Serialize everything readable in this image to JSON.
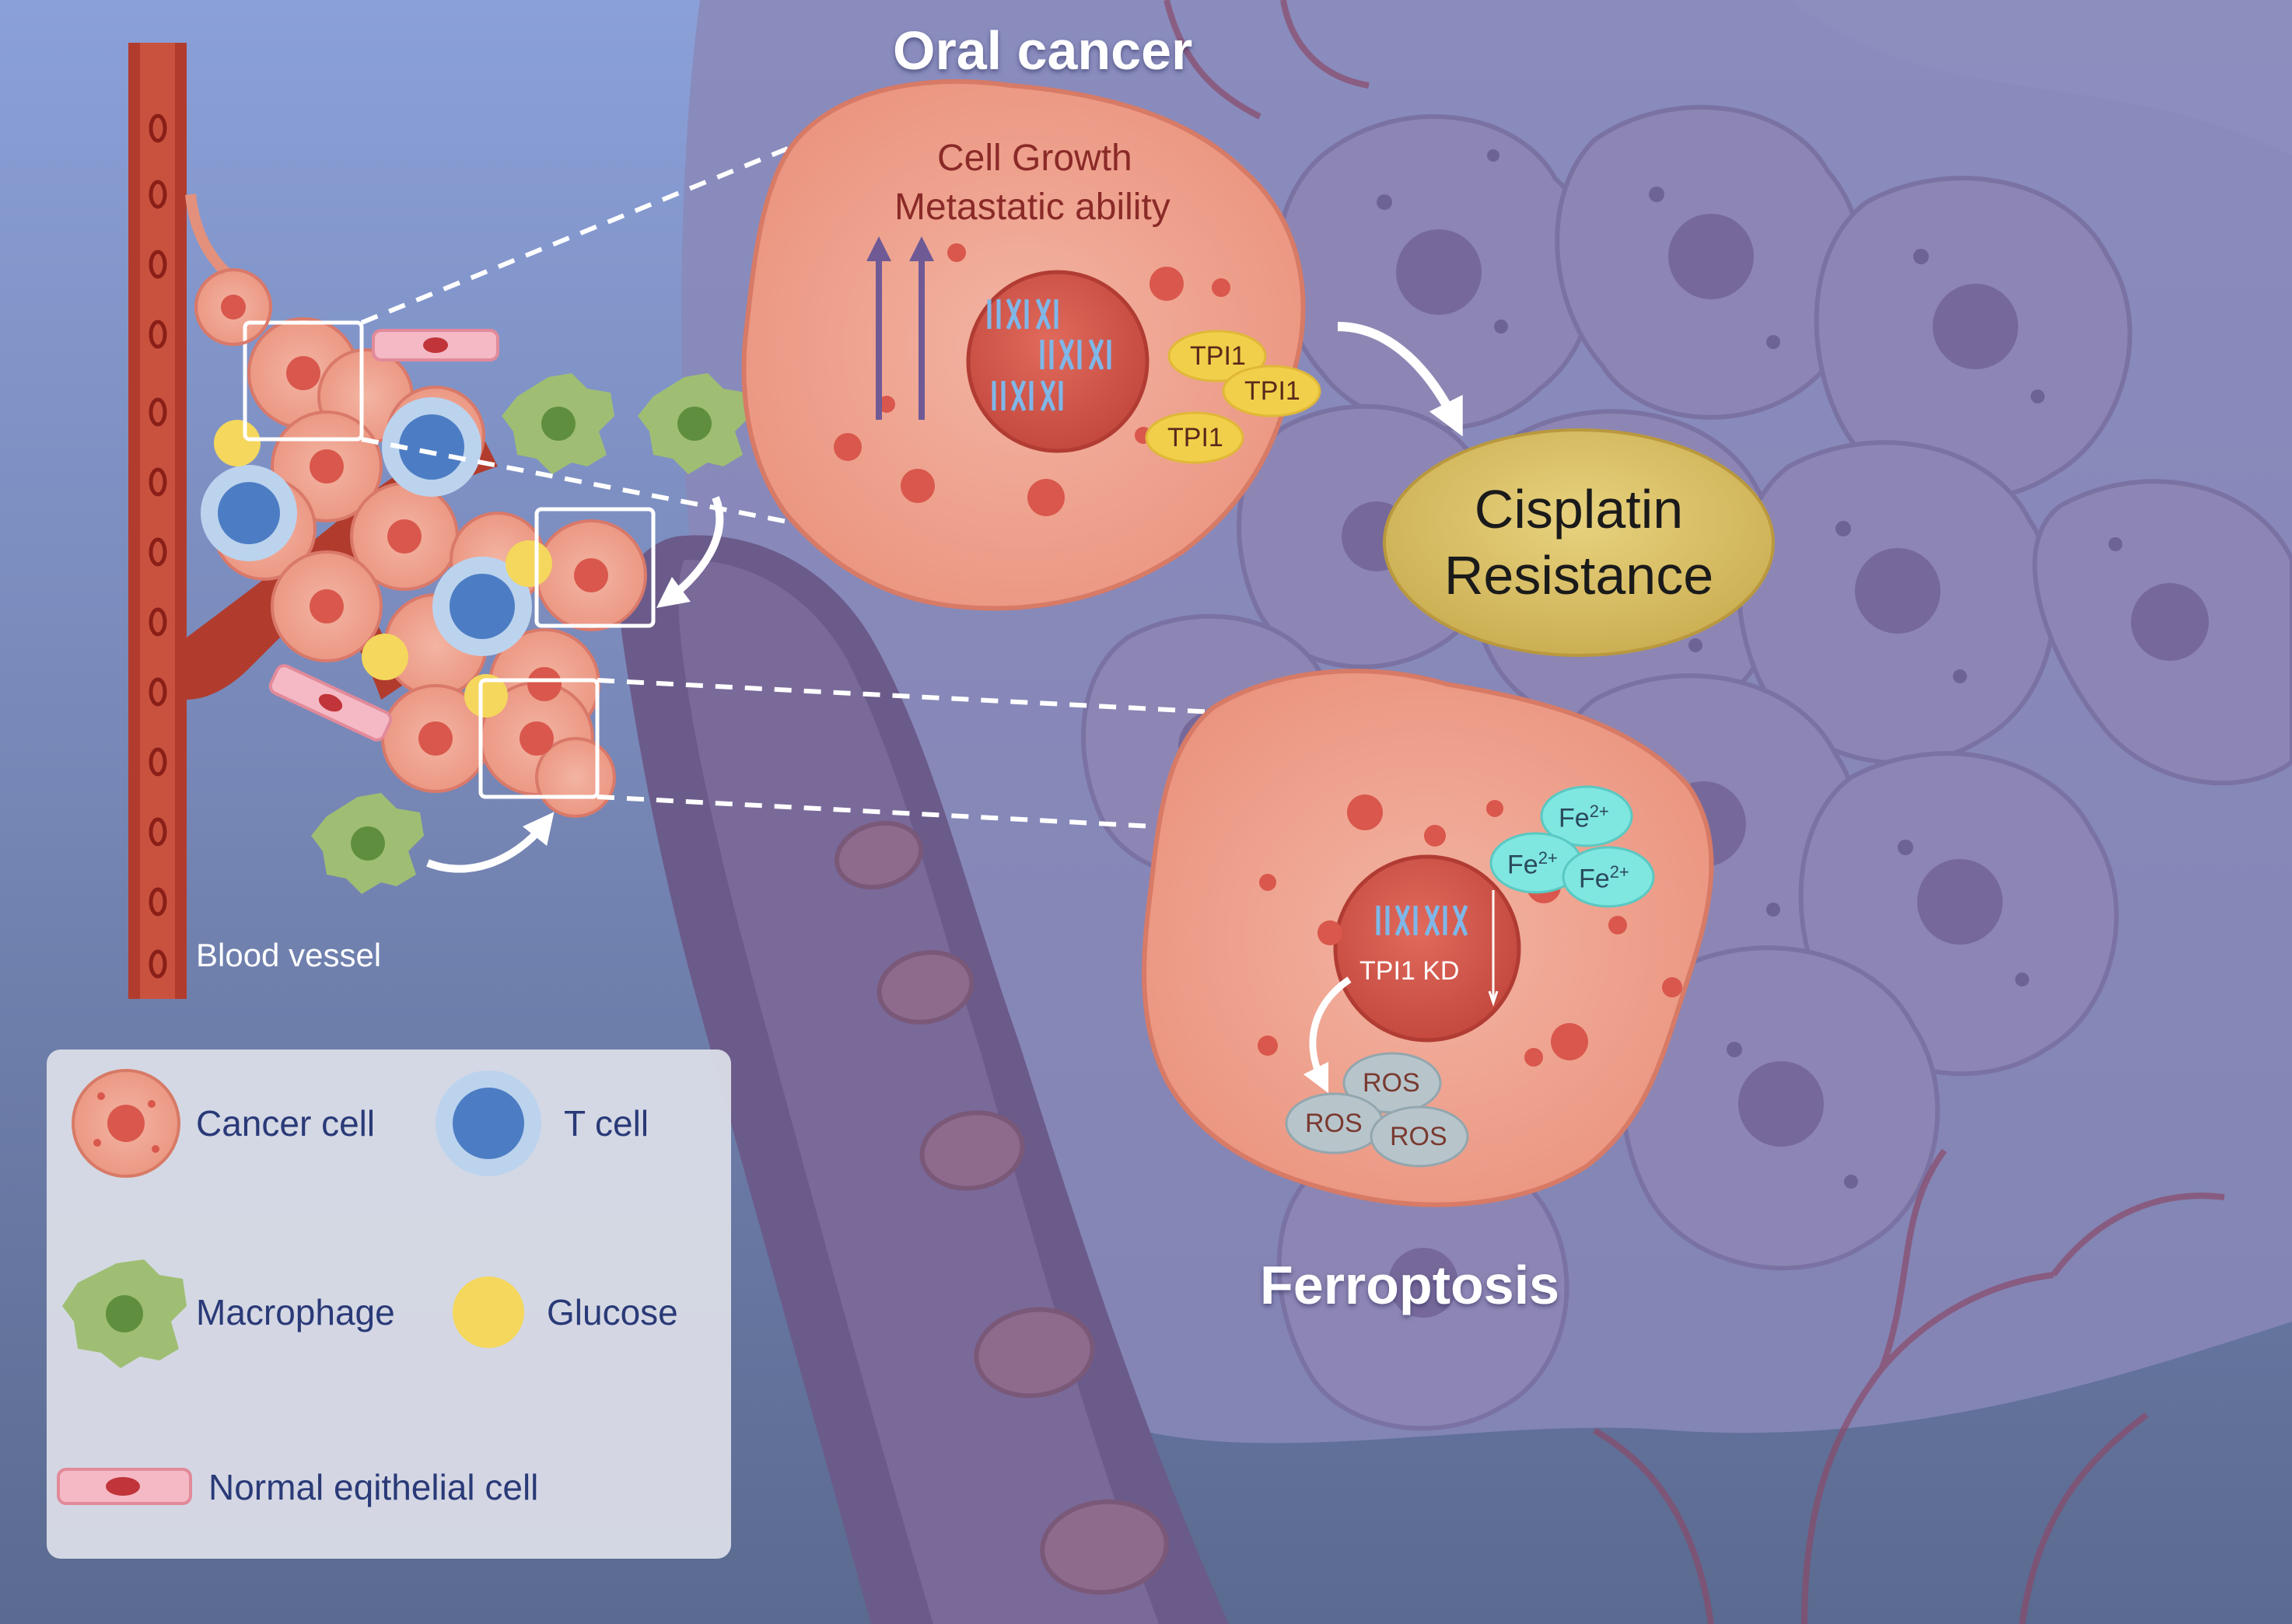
{
  "title": "Oral cancer",
  "subtitle_bottom": "Ferroptosis",
  "upper_cell": {
    "line1": "Cell Growth",
    "line2": "Metastatic ability",
    "tpi_labels": [
      "TPI1",
      "TPI1",
      "TPI1"
    ]
  },
  "outcome": {
    "line1": "Cisplatin",
    "line2": "Resistance"
  },
  "lower_cell": {
    "kd_label": "TPI1 KD",
    "fe_labels": [
      "Fe",
      "Fe",
      "Fe"
    ],
    "fe_sup": "2+",
    "ros_labels": [
      "ROS",
      "ROS",
      "ROS"
    ]
  },
  "vessel_label": "Blood vessel",
  "legend": {
    "items": [
      {
        "label": "Cancer cell",
        "icon": "cancer-cell-icon"
      },
      {
        "label": "T cell",
        "icon": "t-cell-icon"
      },
      {
        "label": "Macrophage",
        "icon": "macrophage-icon"
      },
      {
        "label": "Glucose",
        "icon": "glucose-icon"
      },
      {
        "label": "Normal eqithelial cell",
        "icon": "epithelial-cell-icon"
      }
    ]
  },
  "colors": {
    "cancer_cell": "#ee9e8a",
    "nucleus": "#d6564a",
    "tpi": "#f2cf4a",
    "outcome": "#d6bb5f",
    "fe": "#7fe6e0",
    "ros": "#b7c5cb",
    "vessel": "#b13c2e",
    "background_tissue": "#7d79a6"
  }
}
